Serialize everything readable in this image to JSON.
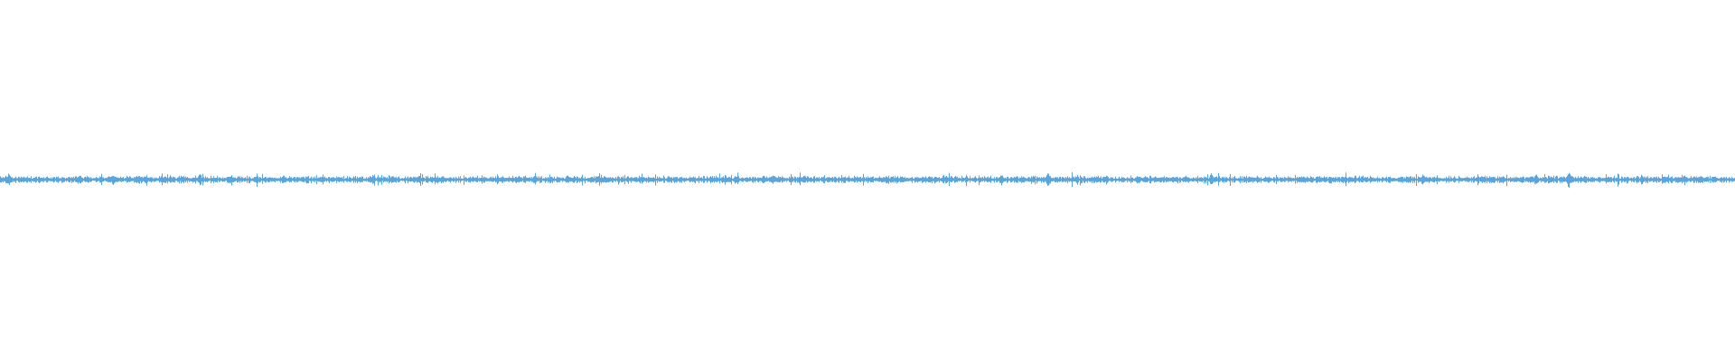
{
  "waveform": {
    "color": "#5aa6dc",
    "background": "#ffffff",
    "baseline_amplitude": 0.03,
    "bursts": [
      {
        "pos": 0.005,
        "amp": 0.08
      },
      {
        "pos": 0.045,
        "amp": 0.05
      },
      {
        "pos": 0.065,
        "amp": 0.07
      },
      {
        "pos": 0.098,
        "amp": 0.05
      },
      {
        "pos": 0.115,
        "amp": 0.07
      },
      {
        "pos": 0.163,
        "amp": 0.05
      },
      {
        "pos": 0.215,
        "amp": 0.06
      },
      {
        "pos": 0.255,
        "amp": 0.05
      },
      {
        "pos": 0.308,
        "amp": 0.06
      },
      {
        "pos": 0.418,
        "amp": 0.05
      },
      {
        "pos": 0.44,
        "amp": 0.06
      },
      {
        "pos": 0.577,
        "amp": 0.07
      },
      {
        "pos": 0.604,
        "amp": 0.09
      },
      {
        "pos": 0.698,
        "amp": 0.08
      },
      {
        "pos": 0.82,
        "amp": 0.07
      },
      {
        "pos": 0.885,
        "amp": 0.07
      },
      {
        "pos": 0.904,
        "amp": 0.1
      },
      {
        "pos": 0.97,
        "amp": 0.05
      }
    ]
  }
}
